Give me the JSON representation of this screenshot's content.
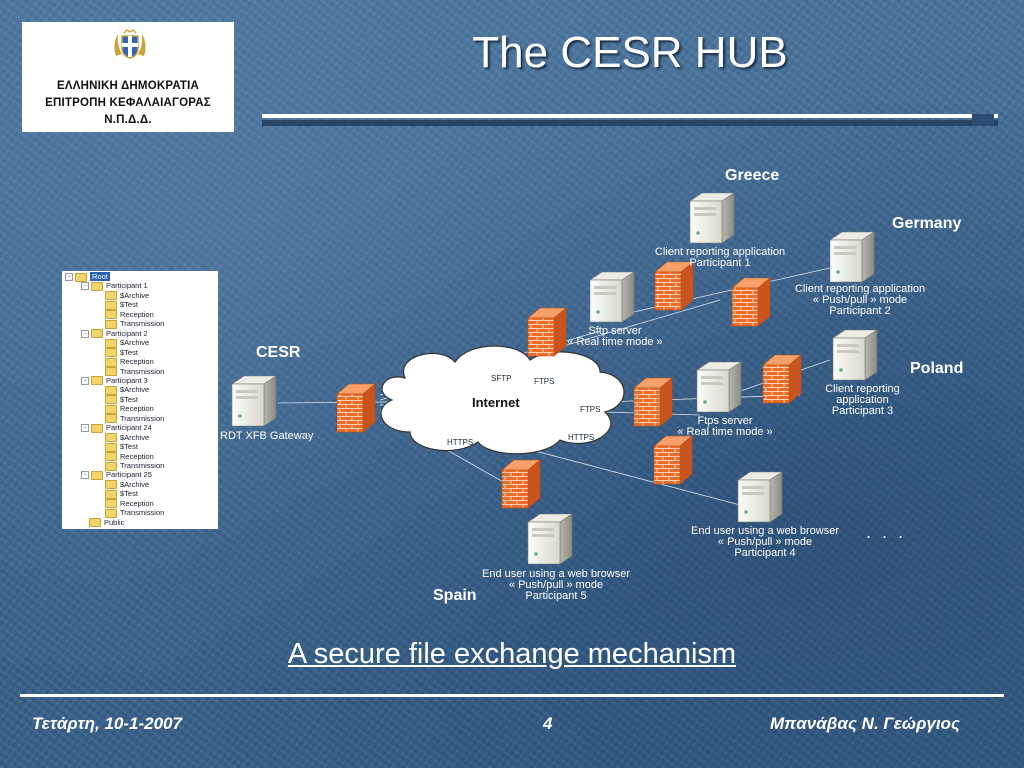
{
  "slide": {
    "title": "The CESR HUB",
    "caption": "A secure file exchange mechanism",
    "footer": {
      "date": "Τετάρτη, 10-1-2007",
      "page": "4",
      "author": "Μπανάβας Ν. Γεώργιος"
    }
  },
  "logo": {
    "line1": "ΕΛΛΗΝΙΚΗ ΔΗΜΟΚΡΑΤΙΑ",
    "line2": "ΕΠΙΤΡΟΠΗ ΚΕΦΑΛΑΙΑΓΟΡΑΣ",
    "line3": "Ν.Π.Δ.Δ."
  },
  "tree": {
    "root": "Root",
    "participants": [
      {
        "name": "Participant 1",
        "children": [
          "$Archive",
          "$Test",
          "Reception",
          "Transmission"
        ]
      },
      {
        "name": "Participant 2",
        "children": [
          "$Archive",
          "$Test",
          "Reception",
          "Transmission"
        ]
      },
      {
        "name": "Participant 3",
        "children": [
          "$Archive",
          "$Test",
          "Reception",
          "Transmission"
        ]
      },
      {
        "name": "Participant 24",
        "children": [
          "$Archive",
          "$Test",
          "Reception",
          "Transmission"
        ]
      },
      {
        "name": "Participant 25",
        "children": [
          "$Archive",
          "$Test",
          "Reception",
          "Transmission"
        ]
      }
    ],
    "public": "Public"
  },
  "diagram": {
    "cesr_label": "CESR",
    "gateway_label": "RDT XFB Gateway",
    "internet_label": "Internet",
    "protocols": {
      "sftp": "SFTP",
      "ftps1": "FTPS",
      "ftps2": "FTPS",
      "https1": "HTTPS",
      "https2": "HTTPS"
    },
    "countries": {
      "greece": "Greece",
      "germany": "Germany",
      "poland": "Poland",
      "spain": "Spain"
    },
    "nodes": {
      "greece_1": "Client reporting application",
      "greece_2": "Participant 1",
      "germany_1": "Client reporting application",
      "germany_2": "« Push/pull » mode",
      "germany_3": "Participant 2",
      "sftp_1": "Sftp server",
      "sftp_2": "« Real time mode »",
      "ftps_1": "Ftps server",
      "ftps_2": "« Real time mode »",
      "poland_1": "Client reporting",
      "poland_2": "application",
      "poland_3": "Participant 3",
      "p4_1": "End user using a web browser",
      "p4_2": "« Push/pull » mode",
      "p4_3": "Participant 4",
      "p5_1": "End user using a web browser",
      "p5_2": "« Push/pull » mode",
      "p5_3": "Participant 5"
    },
    "ellipsis": ". . ."
  }
}
